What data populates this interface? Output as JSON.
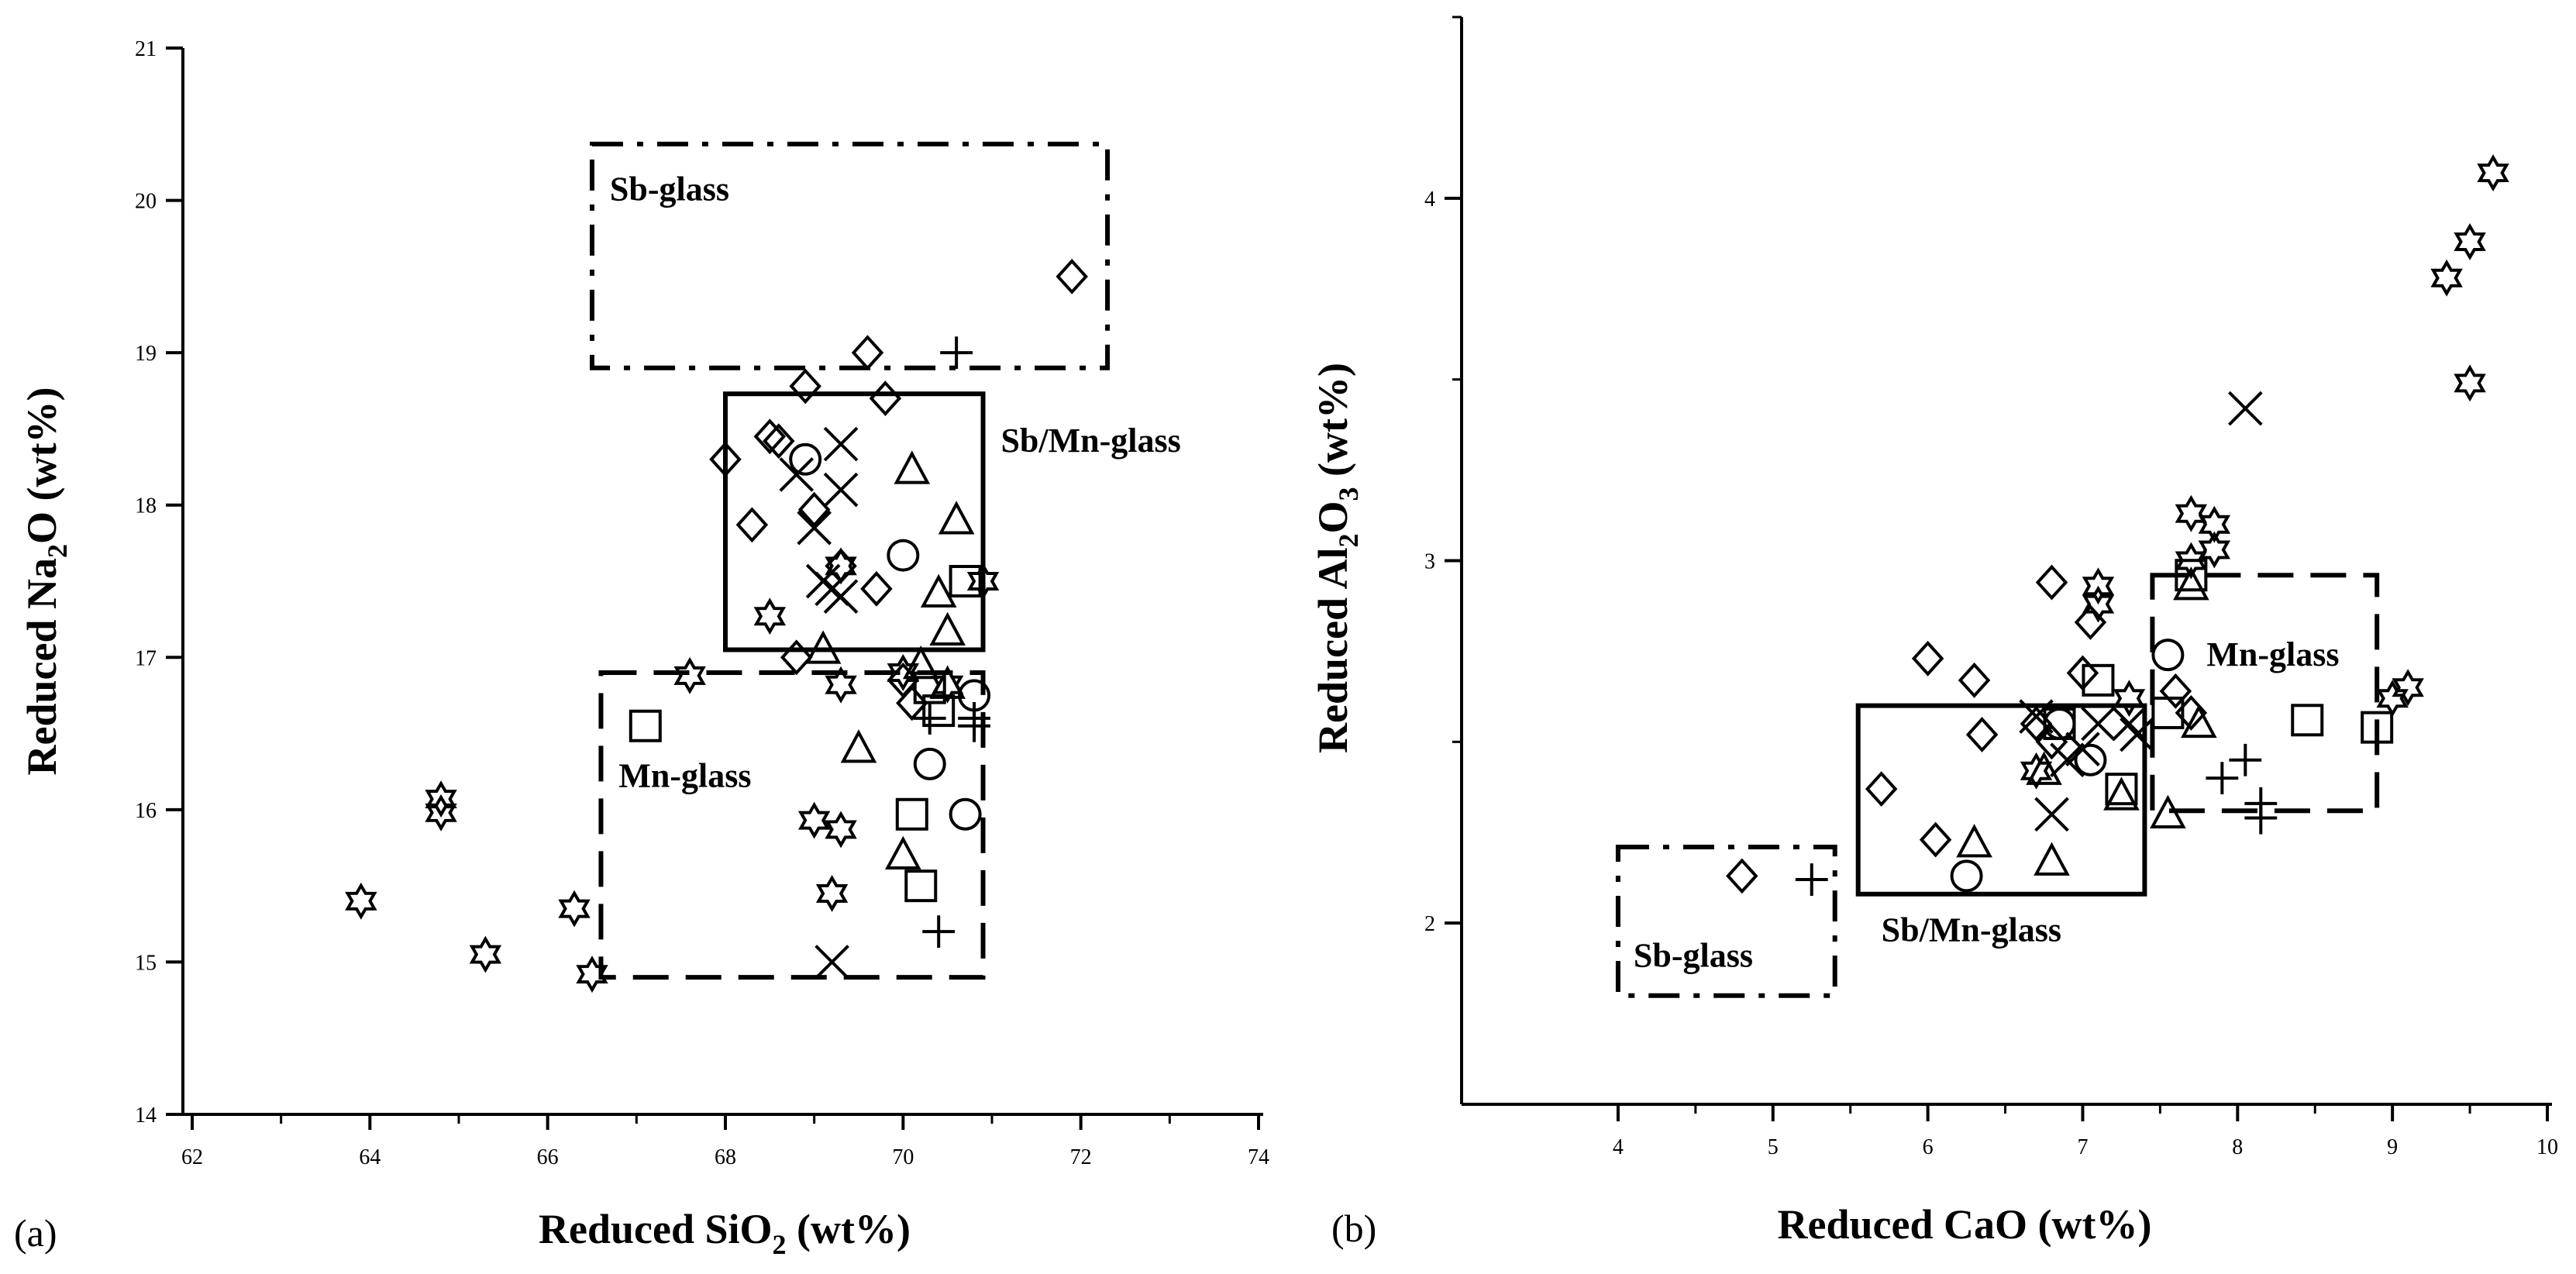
{
  "chart_data": [
    {
      "type": "scatter",
      "panel_label": "(a)",
      "xlabel_main": "Reduced SiO",
      "xlabel_sub": "2",
      "xlabel_tail": " (wt%)",
      "ylabel_main": "Reduced Na",
      "ylabel_sub": "2",
      "ylabel_tail": "O (wt%)",
      "xlim": [
        62,
        74
      ],
      "ylim": [
        14,
        21
      ],
      "x_ticks": [
        "62",
        "64",
        "66",
        "68",
        "70",
        "72",
        "74"
      ],
      "y_ticks": [
        "14",
        "15",
        "16",
        "17",
        "18",
        "19",
        "20",
        "21"
      ],
      "regions": [
        {
          "name": "Sb-glass",
          "style": "dashdot",
          "x": [
            66.5,
            72.3
          ],
          "y": [
            18.9,
            20.37
          ],
          "label_at": [
            66.7,
            20.0
          ]
        },
        {
          "name": "Sb/Mn-glass",
          "style": "solid",
          "x": [
            68.0,
            70.9
          ],
          "y": [
            17.05,
            18.73
          ],
          "label_at": [
            71.1,
            18.35
          ]
        },
        {
          "name": "Mn-glass",
          "style": "dashed",
          "x": [
            66.6,
            70.9
          ],
          "y": [
            14.9,
            16.9
          ],
          "label_at": [
            66.8,
            16.15
          ]
        }
      ],
      "series": [
        {
          "marker": "star",
          "points": [
            [
              63.9,
              15.4
            ],
            [
              64.8,
              16.07
            ],
            [
              64.8,
              15.98
            ],
            [
              65.3,
              15.05
            ],
            [
              66.3,
              15.35
            ],
            [
              66.5,
              14.92
            ],
            [
              67.6,
              16.88
            ],
            [
              68.5,
              17.27
            ],
            [
              69.3,
              16.82
            ],
            [
              69.0,
              15.93
            ],
            [
              69.3,
              15.87
            ],
            [
              69.2,
              15.45
            ],
            [
              69.3,
              17.6
            ],
            [
              70.0,
              16.9
            ],
            [
              70.5,
              16.82
            ],
            [
              70.9,
              17.5
            ]
          ]
        },
        {
          "marker": "diamond",
          "points": [
            [
              68.0,
              18.3
            ],
            [
              68.5,
              18.45
            ],
            [
              68.6,
              18.42
            ],
            [
              68.3,
              17.87
            ],
            [
              68.9,
              18.78
            ],
            [
              69.0,
              17.97
            ],
            [
              69.3,
              17.6
            ],
            [
              69.6,
              19.0
            ],
            [
              69.8,
              18.7
            ],
            [
              69.7,
              17.45
            ],
            [
              68.8,
              17.0
            ],
            [
              70.0,
              16.85
            ],
            [
              70.1,
              16.7
            ],
            [
              71.9,
              19.5
            ]
          ]
        },
        {
          "marker": "cross",
          "points": [
            [
              68.8,
              18.2
            ],
            [
              69.3,
              18.4
            ],
            [
              69.3,
              18.1
            ],
            [
              69.0,
              17.85
            ],
            [
              69.1,
              17.5
            ],
            [
              69.2,
              17.45
            ],
            [
              69.3,
              17.4
            ],
            [
              69.2,
              15.0
            ]
          ]
        },
        {
          "marker": "circle",
          "points": [
            [
              68.9,
              18.3
            ],
            [
              70.0,
              17.67
            ],
            [
              70.3,
              16.3
            ],
            [
              70.7,
              15.97
            ],
            [
              70.8,
              16.75
            ]
          ]
        },
        {
          "marker": "triangle",
          "points": [
            [
              70.1,
              18.23
            ],
            [
              70.6,
              17.9
            ],
            [
              70.4,
              17.42
            ],
            [
              70.5,
              17.17
            ],
            [
              69.1,
              17.05
            ],
            [
              70.2,
              16.95
            ],
            [
              70.5,
              16.82
            ],
            [
              69.5,
              16.4
            ],
            [
              70.0,
              15.7
            ]
          ]
        },
        {
          "marker": "square",
          "points": [
            [
              67.1,
              16.55
            ],
            [
              70.3,
              16.8
            ],
            [
              70.4,
              16.65
            ],
            [
              70.1,
              15.97
            ],
            [
              70.2,
              15.5
            ],
            [
              70.7,
              17.5
            ]
          ]
        },
        {
          "marker": "plus",
          "points": [
            [
              70.6,
              19.0
            ],
            [
              70.3,
              16.6
            ],
            [
              70.8,
              16.6
            ],
            [
              70.8,
              16.55
            ],
            [
              70.4,
              15.2
            ]
          ]
        }
      ]
    },
    {
      "type": "scatter",
      "panel_label": "(b)",
      "xlabel_main": "Reduced CaO (wt%)",
      "ylabel_main": "Reduced Al",
      "ylabel_sub": "2",
      "ylabel_tail": "O",
      "ylabel_sub2": "3",
      "ylabel_tail2": " (wt%)",
      "xlim": [
        3.5,
        10
      ],
      "ylim": [
        1.5,
        4.5
      ],
      "x_ticks": [
        "4",
        "5",
        "6",
        "7",
        "8",
        "9",
        "10"
      ],
      "y_ticks": [
        "2",
        "3",
        "4"
      ],
      "regions": [
        {
          "name": "Sb-glass",
          "style": "dashdot",
          "x": [
            4.0,
            5.4
          ],
          "y": [
            1.8,
            2.21
          ],
          "label_at": [
            4.1,
            1.88
          ]
        },
        {
          "name": "Sb/Mn-glass",
          "style": "solid",
          "x": [
            5.55,
            7.4
          ],
          "y": [
            2.08,
            2.6
          ],
          "label_at": [
            5.7,
            1.95
          ]
        },
        {
          "name": "Mn-glass",
          "style": "dashed",
          "x": [
            7.45,
            8.9
          ],
          "y": [
            2.31,
            2.96
          ],
          "label_at": [
            7.8,
            2.71
          ]
        }
      ],
      "series": [
        {
          "marker": "star",
          "points": [
            [
              6.7,
              2.42
            ],
            [
              7.1,
              2.93
            ],
            [
              7.1,
              2.88
            ],
            [
              7.3,
              2.62
            ],
            [
              7.7,
              3.13
            ],
            [
              7.7,
              3.0
            ],
            [
              7.85,
              3.1
            ],
            [
              7.85,
              3.03
            ],
            [
              9.0,
              2.62
            ],
            [
              9.1,
              2.65
            ],
            [
              9.35,
              3.78
            ],
            [
              9.5,
              3.88
            ],
            [
              9.65,
              4.07
            ],
            [
              9.5,
              3.49
            ]
          ]
        },
        {
          "marker": "diamond",
          "points": [
            [
              4.8,
              2.13
            ],
            [
              5.7,
              2.37
            ],
            [
              6.0,
              2.73
            ],
            [
              6.05,
              2.23
            ],
            [
              6.3,
              2.67
            ],
            [
              6.35,
              2.52
            ],
            [
              6.7,
              2.55
            ],
            [
              6.8,
              2.94
            ],
            [
              6.8,
              2.5
            ],
            [
              7.0,
              2.69
            ],
            [
              7.05,
              2.83
            ],
            [
              7.6,
              2.64
            ],
            [
              7.7,
              2.58
            ]
          ]
        },
        {
          "marker": "cross",
          "points": [
            [
              6.7,
              2.57
            ],
            [
              6.8,
              2.3
            ],
            [
              6.9,
              2.45
            ],
            [
              7.0,
              2.48
            ],
            [
              7.1,
              2.55
            ],
            [
              7.3,
              2.55
            ],
            [
              7.35,
              2.52
            ],
            [
              8.05,
              3.42
            ]
          ]
        },
        {
          "marker": "circle",
          "points": [
            [
              6.25,
              2.13
            ],
            [
              6.85,
              2.55
            ],
            [
              7.05,
              2.45
            ],
            [
              7.55,
              2.74
            ]
          ]
        },
        {
          "marker": "triangle",
          "points": [
            [
              6.3,
              2.22
            ],
            [
              6.75,
              2.42
            ],
            [
              6.8,
              2.17
            ],
            [
              7.25,
              2.35
            ],
            [
              7.7,
              2.93
            ],
            [
              7.75,
              2.55
            ],
            [
              7.55,
              2.3
            ]
          ]
        },
        {
          "marker": "square",
          "points": [
            [
              6.85,
              2.55
            ],
            [
              7.1,
              2.67
            ],
            [
              7.25,
              2.37
            ],
            [
              7.55,
              2.58
            ],
            [
              7.7,
              2.96
            ],
            [
              8.45,
              2.56
            ],
            [
              8.9,
              2.54
            ]
          ]
        },
        {
          "marker": "plus",
          "points": [
            [
              5.25,
              2.12
            ],
            [
              7.9,
              2.4
            ],
            [
              8.05,
              2.45
            ],
            [
              8.15,
              2.33
            ],
            [
              8.15,
              2.29
            ]
          ]
        }
      ]
    }
  ]
}
